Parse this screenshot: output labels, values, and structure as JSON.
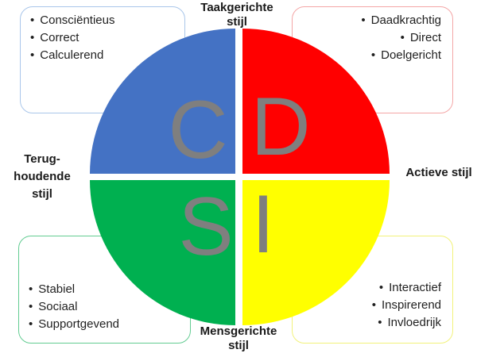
{
  "ui": {
    "bullet": "•"
  },
  "circle": {
    "letters": {
      "c": "C",
      "d": "D",
      "s": "S",
      "i": "I"
    }
  },
  "axis_labels": {
    "top": [
      "Taakgerichte",
      "stijl"
    ],
    "left": [
      "Terug-",
      "houdende",
      "stijl"
    ],
    "right": "Actieve stijl",
    "bottom": [
      "Mensgerichte",
      "stijl"
    ]
  },
  "trait_boxes": {
    "top_left": {
      "items": [
        "Consciëntieus",
        "Correct",
        "Calculerend"
      ]
    },
    "top_right": {
      "items": [
        "Daadkrachtig",
        "Direct",
        "Doelgericht"
      ]
    },
    "bottom_left": {
      "items": [
        "Stabiel",
        "Sociaal",
        "Supportgevend"
      ]
    },
    "bottom_right": {
      "items": [
        "Interactief",
        "Inspirerend",
        "Invloedrijk"
      ]
    }
  },
  "colors": {
    "quadrant_c_blue": "#4472C4",
    "quadrant_d_red": "#FF0000",
    "quadrant_s_green": "#00B050",
    "quadrant_i_yellow": "#FFFF00",
    "letter_gray": "#7F7F7F",
    "box_border_blue": "#A9C6EA",
    "box_border_red": "#F4A6A6",
    "box_border_green": "#63CC92",
    "box_border_yellow": "#F2F27A",
    "label_text": "#1A1A1A"
  }
}
